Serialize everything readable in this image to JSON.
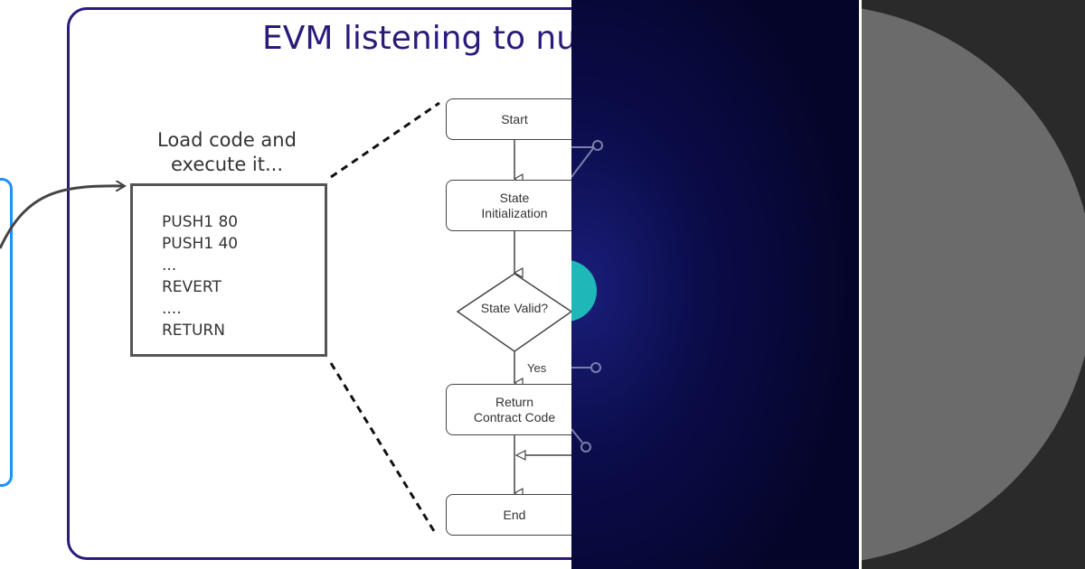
{
  "title": "EVM listening to null a",
  "caption_lines": [
    "Load code and",
    "execute it..."
  ],
  "code_lines": [
    "PUSH1 80",
    "PUSH1 40",
    "...",
    "REVERT",
    "....",
    "RETURN"
  ],
  "flowchart": {
    "start": "Start",
    "init": [
      "State",
      "Initialization"
    ],
    "decision": "State Valid?",
    "yes": "Yes",
    "return": [
      "Return",
      "Contract Code"
    ],
    "end": "End"
  },
  "colors": {
    "frame": "#2b1a7a",
    "left_edge_box": "#1e90ff",
    "teal_circle": "#1fb8b8",
    "dark_panel": "#05052a",
    "grey_panel": "#2a2a2a",
    "grey_disc": "#6b6b6b"
  }
}
